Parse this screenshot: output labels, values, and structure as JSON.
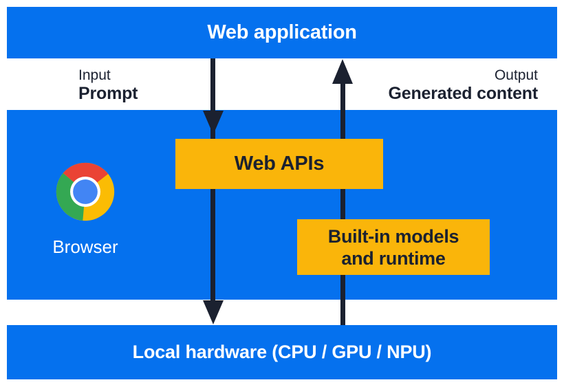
{
  "palette": {
    "section_blue": "#0571EE",
    "box_yellow": "#FAB50A",
    "arrow_navy": "#1B2130",
    "text_on_blue": "#FFFFFF",
    "chrome_red": "#EA4335",
    "chrome_yellow": "#FBBC04",
    "chrome_green": "#34A853",
    "chrome_blue": "#4285F4"
  },
  "top_bar": {
    "label": "Web application"
  },
  "io": {
    "input_caption": "Input",
    "input_value": "Prompt",
    "output_caption": "Output",
    "output_value": "Generated content"
  },
  "browser": {
    "label": "Browser",
    "icon": "chrome-logo-icon",
    "web_apis_label": "Web APIs",
    "builtin_lines": [
      "Built-in models",
      "and runtime"
    ]
  },
  "bottom_bar": {
    "label": "Local hardware (CPU / GPU / NPU)"
  }
}
